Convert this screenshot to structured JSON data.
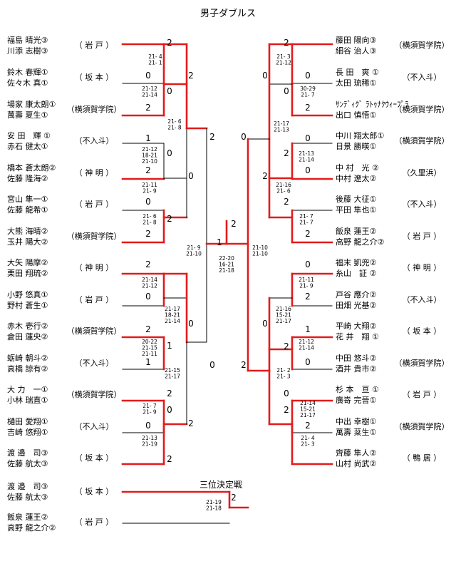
{
  "title": "男子ダブルス",
  "third_place_title": "三位決定戦",
  "left_pairs": [
    {
      "p1": "福島 晴光③",
      "p2": "川添 志樹③",
      "team": "（ 岩 戸 ）"
    },
    {
      "p1": "鈴木 春輝①",
      "p2": "佐々木 真①",
      "team": "（ 坂 本 ）"
    },
    {
      "p1": "場家 康太朗①",
      "p2": "萬壽 夏生①",
      "team": "（横須賀学院）"
    },
    {
      "p1": "安 田　輝 ①",
      "p2": "赤石 健太①",
      "team": "（不入斗）"
    },
    {
      "p1": "橋本 蒼太朗②",
      "p2": "佐藤 隆海②",
      "team": "（ 神 明 ）"
    },
    {
      "p1": "宮山 隼一①",
      "p2": "佐藤 龍希①",
      "team": "（ 岩 戸 ）"
    },
    {
      "p1": "大熊 海晴②",
      "p2": "玉井 陽大②",
      "team": "（横須賀学院）"
    },
    {
      "p1": "大矢 陽摩②",
      "p2": "栗田 翔琉②",
      "team": "（ 神 明 ）"
    },
    {
      "p1": "小野 悠真①",
      "p2": "野村 蒼生①",
      "team": "（ 岩 戸 ）"
    },
    {
      "p1": "赤木 壱行②",
      "p2": "倉田 蓮央②",
      "team": "（横須賀学院）"
    },
    {
      "p1": "蛎崎 朝斗②",
      "p2": "高橋 諒有②",
      "team": "（不入斗）"
    },
    {
      "p1": "大 力　一①",
      "p2": "小林 瑞直①",
      "team": "（横須賀学院）"
    },
    {
      "p1": "樋田 愛翔①",
      "p2": "吉崎 悠翔①",
      "team": "（不入斗）"
    },
    {
      "p1": "渡 邉　司③",
      "p2": "佐藤 航太③",
      "team": "（ 坂 本 ）"
    }
  ],
  "right_pairs": [
    {
      "p1": "藤田 陽向③",
      "p2": "細谷 治人③",
      "team": "（横須賀学院）"
    },
    {
      "p1": "長 田　爽 ①",
      "p2": "太田 琉稀①",
      "team": "（不入斗）"
    },
    {
      "p1": "ｻﾝﾃﾞｨｸﾞ ﾗﾄｩﾅｸｳｨｰﾌﾟﾗ",
      "p2": "出口 慎悟①",
      "team": "（横須賀学院）"
    },
    {
      "p1": "中川 翔太郎①",
      "p2": "日景 勝暎①",
      "team": "（横須賀学院）"
    },
    {
      "p1": "中 村　光 ②",
      "p2": "中村 遼太②",
      "team": "（久里浜）"
    },
    {
      "p1": "後藤 大征①",
      "p2": "平田 隼也①",
      "team": "（不入斗）"
    },
    {
      "p1": "飯泉 蓮王②",
      "p2": "高野 龍之介②",
      "team": "（ 岩 戸 ）"
    },
    {
      "p1": "福末 凱兜②",
      "p2": "糸山　証 ②",
      "team": "（ 神 明 ）"
    },
    {
      "p1": "戸谷 應介②",
      "p2": "田畑 光基②",
      "team": "（不入斗）"
    },
    {
      "p1": "平崎 大翔②",
      "p2": "花 井　翔 ①",
      "team": "（ 坂 本 ）"
    },
    {
      "p1": "中田 悠斗②",
      "p2": "酒井 貴市②",
      "team": "（横須賀学院）"
    },
    {
      "p1": "杉 本　亘 ①",
      "p2": "廣嵜 完晉①",
      "team": "（ 岩 戸 ）"
    },
    {
      "p1": "中出 幸樹①",
      "p2": "萬壽 棻生①",
      "team": "（横須賀学院）"
    },
    {
      "p1": "齊藤 隼人②",
      "p2": "山村 尚武②",
      "team": "（ 鴨 居 ）"
    }
  ],
  "third_place_pairs": [
    {
      "p1": "渡 邉　司③",
      "p2": "佐藤 航太③",
      "team": "（ 坂 本 ）"
    },
    {
      "p1": "飯泉 蓮王②",
      "p2": "高野 龍之介②",
      "team": "（ 岩 戸 ）"
    }
  ],
  "scores": {
    "L_r1_1": "2",
    "L_r1_2": "0",
    "L_r1_3": "0",
    "L_r1_4": "2",
    "L_r1_5": "1",
    "L_r1_6": "0",
    "L_r1_7": "2",
    "L_r1_8": "0",
    "L_r1_9": "2",
    "L_r1_10": "2",
    "L_r1_11": "2",
    "L_r1_12": "0",
    "L_r1_13": "2",
    "L_r1_14": "1",
    "L_r1_15": "1",
    "L_r1_16": "2",
    "L_r1_17": "0",
    "L_r1_18": "0",
    "L_r1_19": "2",
    "L_r2_1": "2",
    "L_r2_2": "0",
    "L_r2_3": "0",
    "L_r2_4": "2",
    "L_r3_1": "2",
    "L_r3_2": "0",
    "R_r1_1": "2",
    "R_r1_2": "0",
    "R_r1_3": "0",
    "R_r1_4": "2",
    "R_r1_5": "0",
    "R_r1_6": "2",
    "R_r1_7": "0",
    "R_r1_8": "2",
    "R_r1_9": "2",
    "R_r1_10": "0",
    "R_r1_11": "2",
    "R_r1_12": "1",
    "R_r1_13": "0",
    "R_r1_14": "0",
    "R_r1_15": "2",
    "R_r1_16": "2",
    "R_r2_1": "0",
    "R_r2_2": "2",
    "R_r2_3": "0",
    "R_r2_4": "2",
    "R_r3_1": "0",
    "R_r3_2": "2",
    "final_left": "1",
    "final_right": "2",
    "third": "2"
  },
  "details": {
    "L_a": [
      "21- 4",
      "21- 1"
    ],
    "L_b": [
      "21-12",
      "21-14"
    ],
    "L_c": [
      "21- 6",
      "21- 8"
    ],
    "L_d": [
      "21-12",
      "18-21",
      "21-10"
    ],
    "L_e": [
      "21-11",
      "21- 9"
    ],
    "L_f": [
      "21- 6",
      "21- 8"
    ],
    "L_g": [
      "21-14",
      "21-12"
    ],
    "L_h": [
      "21-17",
      "18-21",
      "21-14"
    ],
    "L_i": [
      "20-22",
      "21-15",
      "21-11"
    ],
    "L_j": [
      "21-15",
      "21-17"
    ],
    "L_k": [
      "21- 7",
      "21- 9"
    ],
    "L_l": [
      "21-13",
      "21-19"
    ],
    "L_semi": [
      "21- 9",
      "21-10"
    ],
    "final": [
      "22-20",
      "16-21",
      "21-18"
    ],
    "R_semi": [
      "21-10",
      "21-10"
    ],
    "R_a": [
      "21- 3",
      "21-12"
    ],
    "R_b": [
      "30-29",
      "21- 7"
    ],
    "R_c": [
      "21-17",
      "21-13"
    ],
    "R_d": [
      "21-13",
      "21-14"
    ],
    "R_e": [
      "21-16",
      "21- 6"
    ],
    "R_f": [
      "21- 7",
      "21- 7"
    ],
    "R_g": [
      "21-11",
      "21- 9"
    ],
    "R_h": [
      "21-16",
      "15-21",
      "21-17"
    ],
    "R_i": [
      "21-12",
      "21-14"
    ],
    "R_j": [
      "21- 2",
      "21- 3"
    ],
    "R_k": [
      "21-14",
      "15-21",
      "21-17"
    ],
    "R_l": [
      "21- 4",
      "21- 3"
    ],
    "third": [
      "21-19",
      "21-18"
    ]
  },
  "colors": {
    "winner_line": "#e31b1b",
    "line": "#000000"
  }
}
